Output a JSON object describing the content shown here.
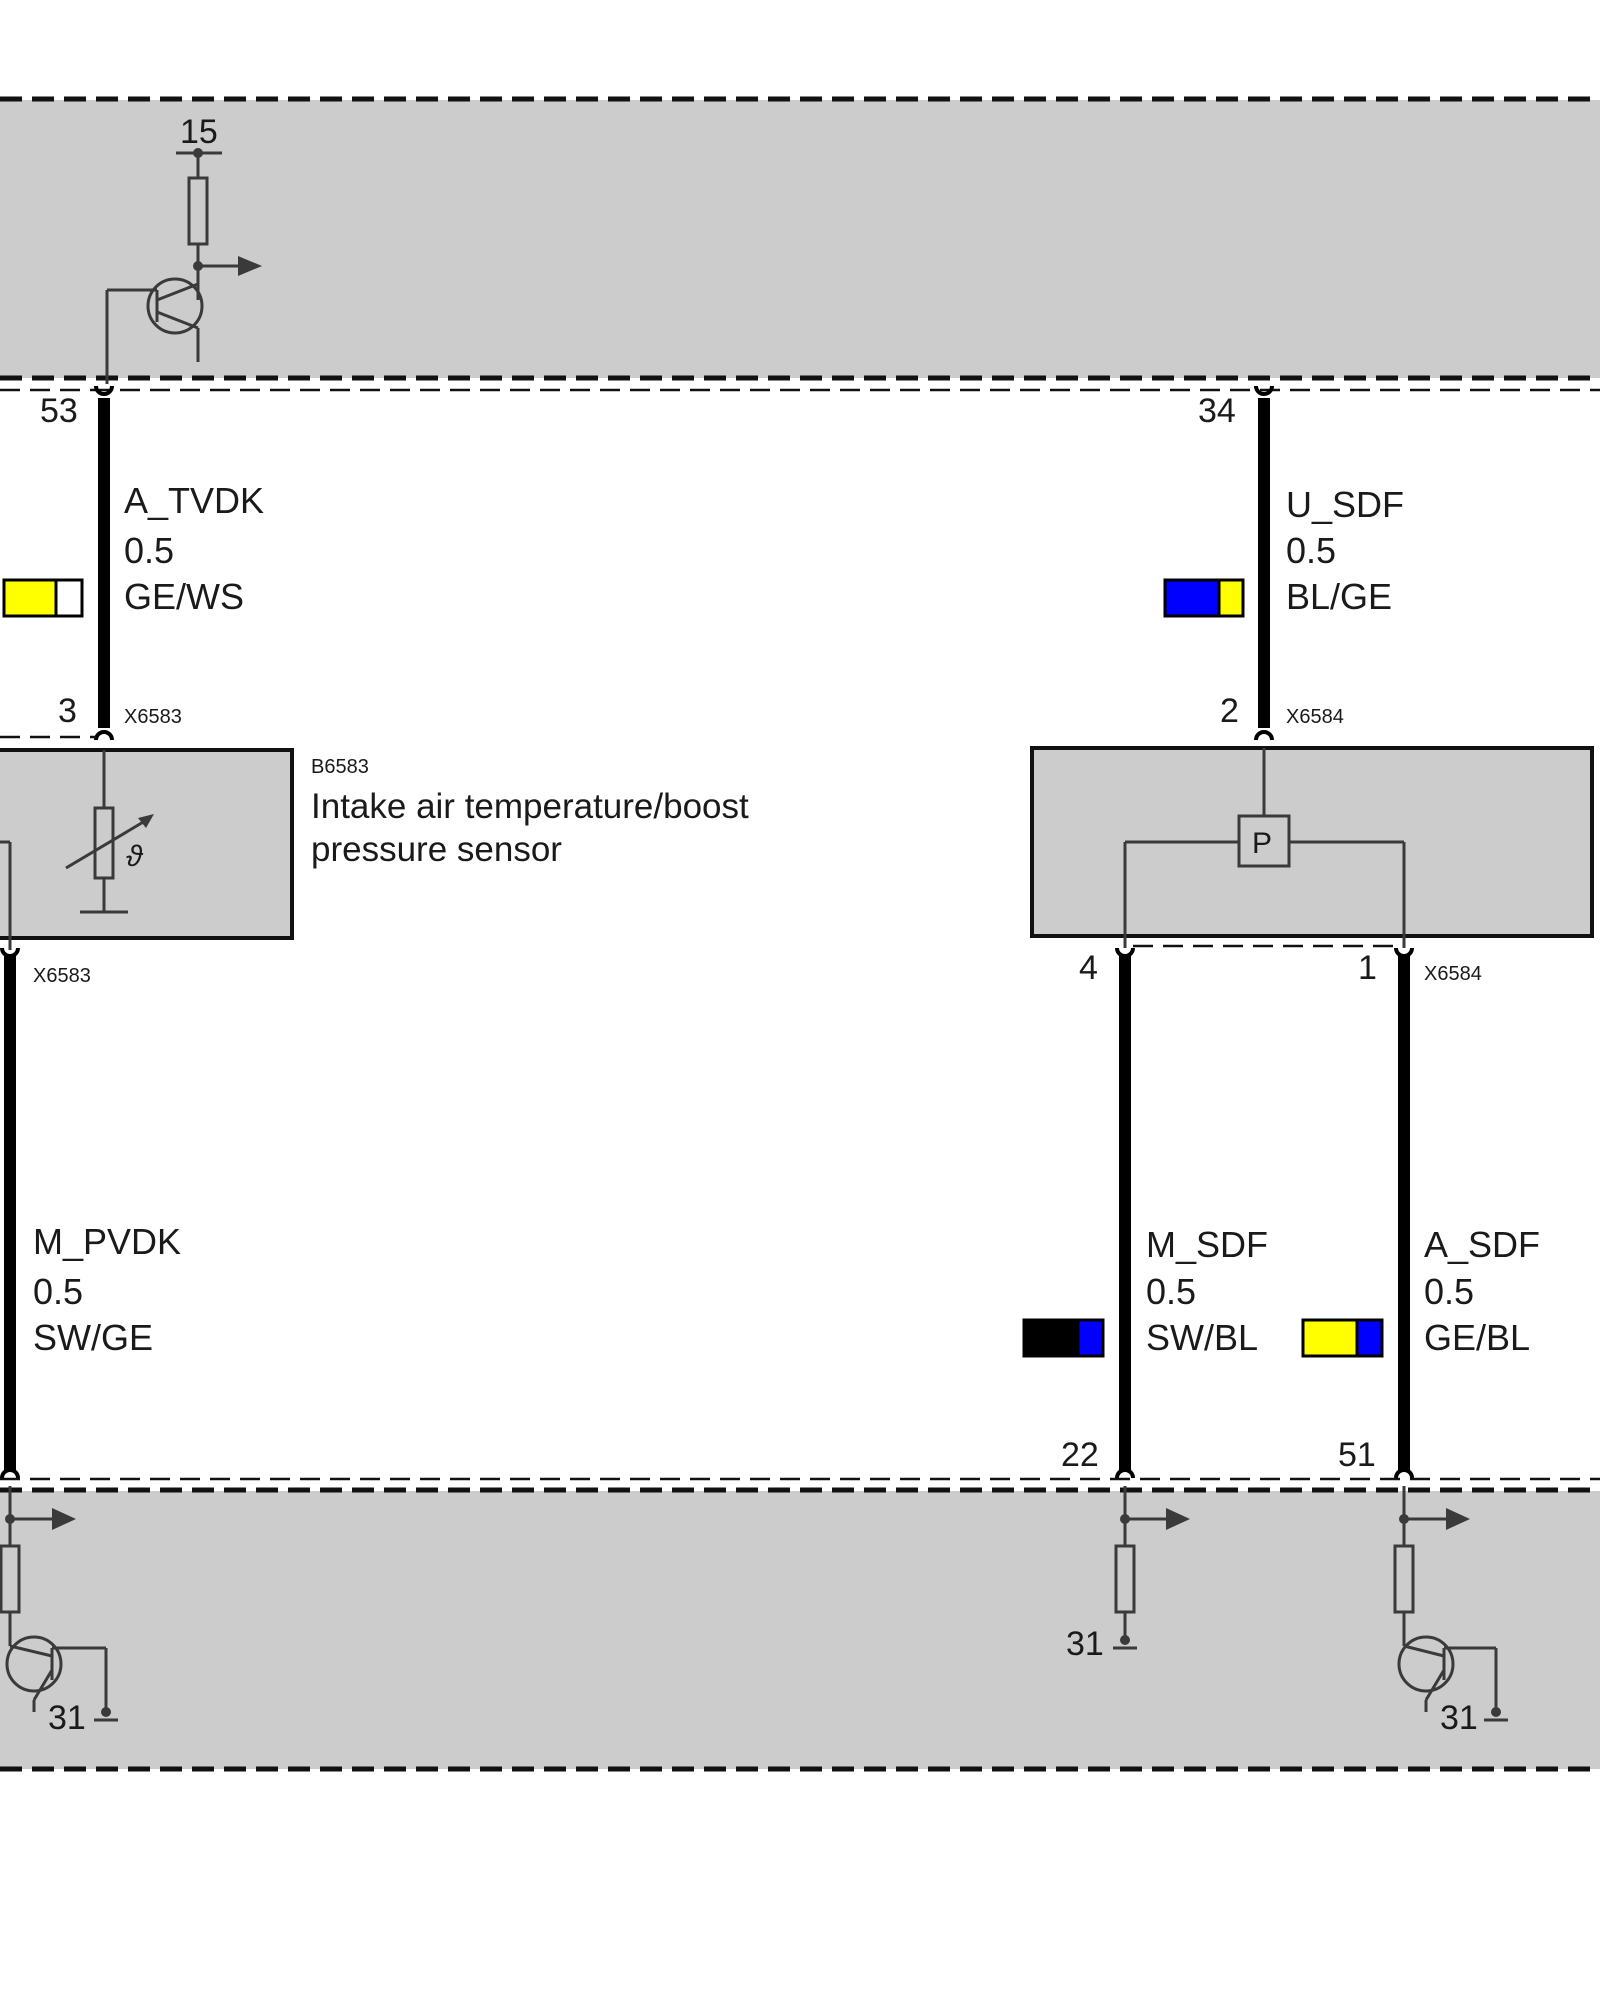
{
  "top_module": {
    "supply_pin": "15",
    "output_pin_left": "53",
    "output_pin_right": "34"
  },
  "wires": {
    "a_tvdk": {
      "signal": "A_TVDK",
      "cross_section": "0.5",
      "color_code": "GE/WS",
      "colors": [
        "#ffff00",
        "#ffffff"
      ]
    },
    "u_sdf": {
      "signal": "U_SDF",
      "cross_section": "0.5",
      "color_code": "BL/GE",
      "colors": [
        "#0000ff",
        "#ffff00"
      ]
    },
    "m_pvdk": {
      "signal": "M_PVDK",
      "cross_section": "0.5",
      "color_code": "SW/GE"
    },
    "m_sdf": {
      "signal": "M_SDF",
      "cross_section": "0.5",
      "color_code": "SW/BL",
      "colors": [
        "#000000",
        "#0000ff"
      ]
    },
    "a_sdf": {
      "signal": "A_SDF",
      "cross_section": "0.5",
      "color_code": "GE/BL",
      "colors": [
        "#ffff00",
        "#0000ff"
      ]
    }
  },
  "left_sensor": {
    "connector_top": "X6583",
    "connector_bottom": "X6583",
    "pin_top": "3",
    "component_id": "B6583",
    "name_line1": "Intake air temperature/boost",
    "name_line2": "pressure sensor",
    "symbol": "ϑ"
  },
  "right_sensor": {
    "connector_top": "X6584",
    "connector_bottom": "X6584",
    "pin_top": "2",
    "pin_bottom_left": "4",
    "pin_bottom_right": "1",
    "symbol": "P"
  },
  "bottom_module": {
    "pin_mid": "22",
    "pin_right": "51",
    "ground_left": "31",
    "ground_mid": "31",
    "ground_right": "31"
  }
}
